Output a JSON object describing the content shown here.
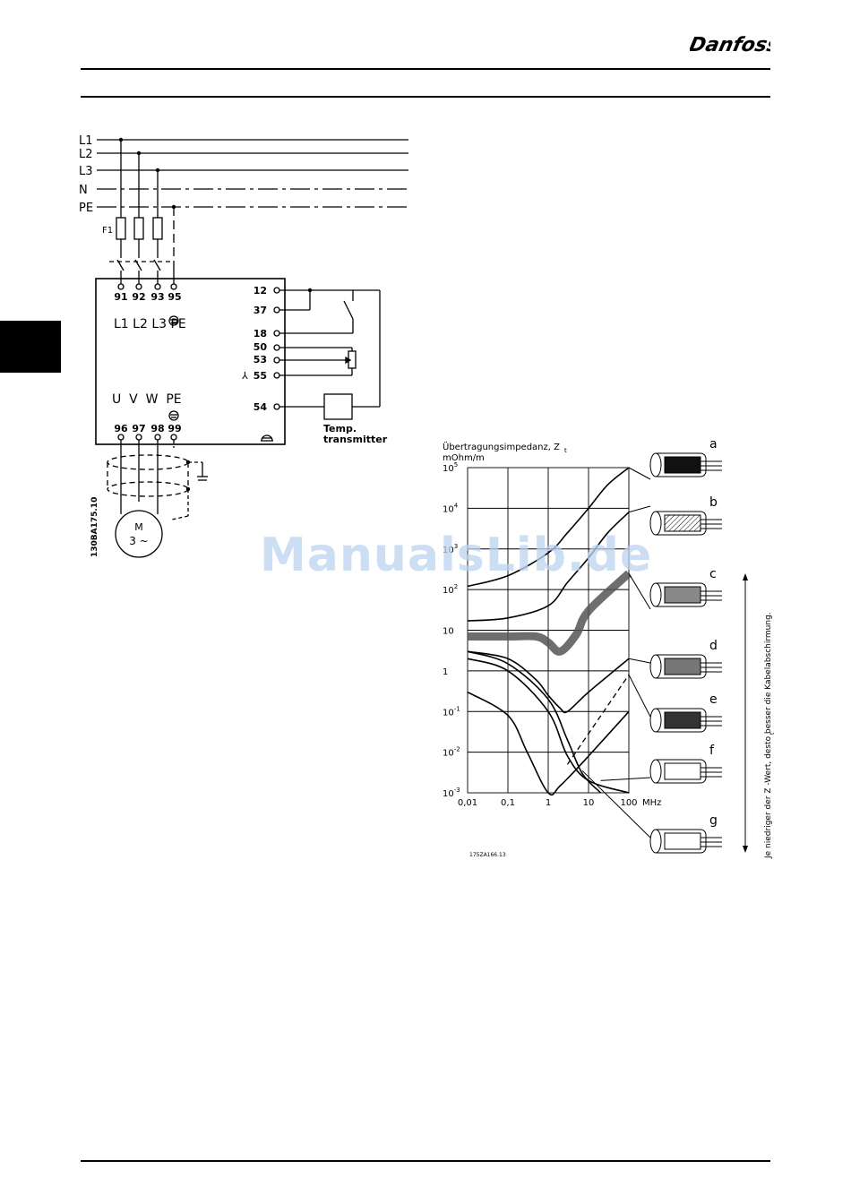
{
  "header": {
    "brand": "Danfoss"
  },
  "wiring": {
    "lines": [
      "L1",
      "L2",
      "L3",
      "N",
      "PE"
    ],
    "fuse_label": "F1",
    "mains_terminals": [
      "91",
      "92",
      "93",
      "95"
    ],
    "mains_labels": "L1 L2 L3 PE",
    "control_terminals": [
      "12",
      "37",
      "18",
      "50",
      "53",
      "55",
      "54"
    ],
    "motor_labels": "U  V  W  PE",
    "motor_terminals": [
      "96",
      "97",
      "98",
      "99"
    ],
    "motor_symbol": "M",
    "motor_phase": "3 ~",
    "transmitter_line1": "Temp.",
    "transmitter_line2": "transmitter",
    "figure_id": "130BA175.10"
  },
  "chart_data": {
    "type": "line",
    "title": "Übertragungsimpedanz, Z",
    "title_subscript": "t",
    "ylabel": "mOhm/m",
    "xunit": "MHz",
    "xscale": "log",
    "yscale": "log",
    "xlim": [
      0.01,
      100
    ],
    "ylim": [
      0.001,
      100000
    ],
    "x_ticks": [
      "0,01",
      "0,1",
      "1",
      "10",
      "100"
    ],
    "y_ticks": [
      "10^5",
      "10^4",
      "10^3",
      "10^2",
      "10",
      "1",
      "10^-1",
      "10^-2",
      "10^-3"
    ],
    "grid": true,
    "series": [
      {
        "name": "a",
        "x": [
          0.01,
          0.1,
          1,
          3,
          10,
          30,
          100
        ],
        "y": [
          120,
          220,
          800,
          2500,
          10000,
          38000,
          100000
        ]
      },
      {
        "name": "b",
        "x": [
          0.01,
          0.1,
          1,
          3,
          10,
          30,
          100
        ],
        "y": [
          17,
          20,
          40,
          150,
          600,
          2500,
          8000
        ]
      },
      {
        "name": "c",
        "x": [
          0.01,
          0.1,
          0.5,
          1,
          2,
          5,
          10,
          100
        ],
        "y": [
          7,
          7,
          7,
          5,
          3,
          8,
          30,
          250
        ]
      },
      {
        "name": "d",
        "x": [
          0.01,
          0.1,
          0.5,
          1,
          2,
          3,
          10,
          100
        ],
        "y": [
          3,
          2,
          0.6,
          0.25,
          0.12,
          0.1,
          0.3,
          2
        ]
      },
      {
        "name": "e",
        "x": [
          0.01,
          0.1,
          1,
          3,
          10,
          100
        ],
        "y": [
          2,
          1,
          0.1,
          0.008,
          0.002,
          0.001
        ]
      },
      {
        "name": "f",
        "x": [
          0.01,
          0.1,
          0.3,
          1,
          2,
          10,
          100
        ],
        "y": [
          0.3,
          0.08,
          0.01,
          0.001,
          0.0015,
          0.008,
          0.1
        ]
      },
      {
        "name": "g",
        "x": [
          0.01,
          0.1,
          1,
          3,
          7,
          20
        ],
        "y": [
          3,
          1.5,
          0.2,
          0.02,
          0.003,
          0.001
        ]
      }
    ],
    "dashed_reference": {
      "x": [
        3,
        100
      ],
      "y": [
        0.005,
        0.8
      ]
    },
    "cable_labels": [
      "a",
      "b",
      "c",
      "d",
      "e",
      "f",
      "g"
    ],
    "side_note": "Je niedriger der Z  -Wert, desto besser die Kabelabschirmung.",
    "side_note_subscript": "t",
    "figure_id": "175ZA166.13"
  },
  "watermark": "ManualsLib.de"
}
